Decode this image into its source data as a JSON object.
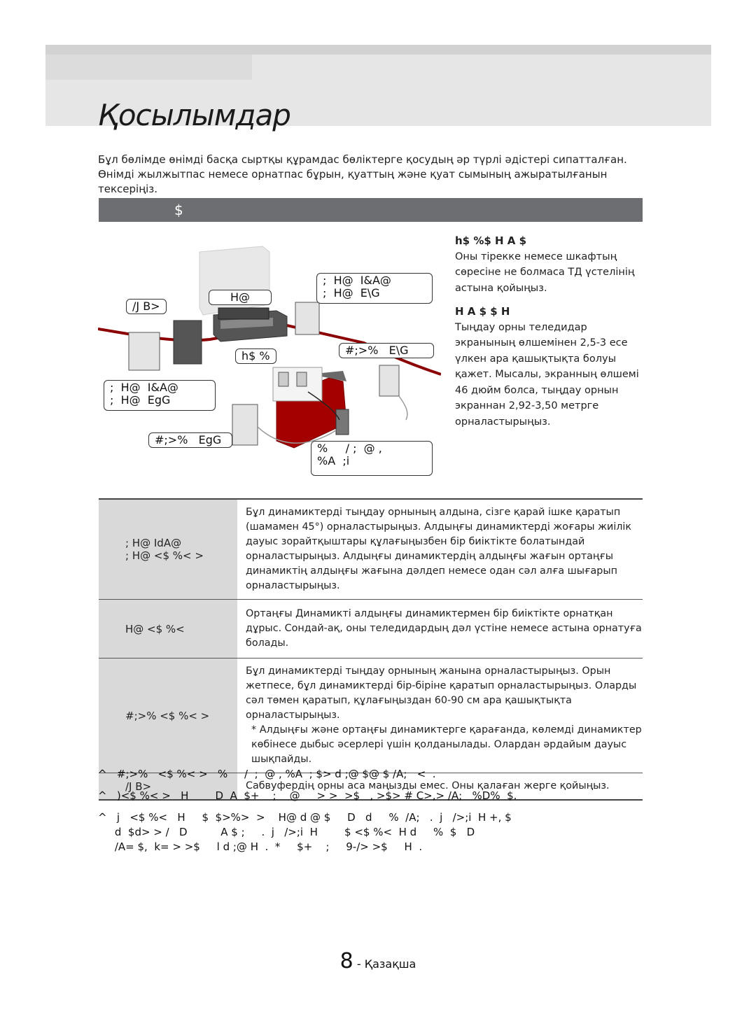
{
  "header": {
    "title": "Қосылымдар"
  },
  "intro": "Бұл бөлімде өнімді басқа сыртқы құрамдас бөліктерге қосудың әр түрлі әдістері сипатталған. Өнімді жылжытпас немесе орнатпас бұрын, қуаттың және қуат сымының ажыратылғанын тексеріңіз.",
  "section": {
    "title": "$"
  },
  "diagram": {
    "labels": {
      "subwoofer": "/J B>",
      "center": "H@",
      "front_r_1": ";  H@  I&A@",
      "front_r_2": ";  H@  E\\G",
      "main_unit": "h$ %",
      "surround_r": "#;>%   E\\G",
      "front_l_1": ";  H@  I&A@",
      "front_l_2": ";  H@  EgG",
      "surround_l": "#;>%   EgG",
      "wireless_1": "%     / ;  @ ,",
      "wireless_2": "%A  ;i"
    }
  },
  "side": {
    "h1": "h$ %$ H  A  $",
    "p1": "Оны тірекке немесе шкафтың сөресіне не болмаса ТД үстелінің астына қойыңыз.",
    "h2": "H   A  $ $   H",
    "p2": "Тыңдау орны теледидар экранының өлшемінен 2,5-3 есе үлкен ара қашықтықта болуы қажет. Мысалы, экранның өлшемі 46 дюйм болса, тыңдау орнын экраннан 2,92-3,50 метрге орналастырыңыз."
  },
  "table": {
    "rows": [
      {
        "label1": ";  H@  IdA@",
        "label2": ";  H@   <$ %< >",
        "text": "Бұл динамиктерді тыңдау орнының алдына, сізге қарай ішке қаратып (шамамен 45°) орналастырыңыз. Алдыңғы динамиктерді жоғары жиілік дауыс зорайтқыштары құлағыңызбен бір биіктікте болатындай орналастырыңыз. Алдыңғы динамиктердің алдыңғы жағын ортаңғы динамиктің алдыңғы жағына дәлдеп немесе одан сәл алға шығарып орналастырыңыз."
      },
      {
        "label1": "H@   <$ %<",
        "label2": "",
        "text": "Ортаңғы Динамикті алдыңғы динамиктермен бір биіктікте орнатқан дұрыс. Сондай-ақ, оны теледидардың дәл үстіне немесе астына орнатуға болады."
      },
      {
        "label1": "#;>%   <$ %< >",
        "label2": "",
        "text": "Бұл динамиктерді тыңдау орнының жанына орналастырыңыз. Орын жетпесе, бұл динамиктерді бір-біріне қаратып орналастырыңыз. Оларды сәл төмен қаратып, құлағыңыздан 60-90 см ара қашықтықта орналастырыңыз.",
        "note": "* Алдыңғы және ортаңғы динамиктерге қарағанда, көлемді динамиктер көбінесе дыбыс әсерлері үшін қолданылады. Олардан әрдайым дауыс шықпайды."
      },
      {
        "label1": "/J B>",
        "label2": "",
        "text": "Сабвуфердің орны аса маңызды емес. Оны қалаған жерге қойыңыз."
      }
    ]
  },
  "footnotes": [
    "^   #;>%   <$ %< >   %     /  ;  @ , %A  ; $> d ;@ $@ $ /A;   <  .",
    "^   )<$ %< >   H        D  A  $+    ;    @     > >  >$   , >$> # C>,> /A;   %D%  $.",
    "^   j   <$ %<   H     $  $>%>  >    H@ d @ $     D   d     %  /A;   .  j   />;i  H +, $\n     d  $d> > /   D          A $ ;     .  j   />;i  H        $ <$ %<  H d     %  $   D\n     /A= $,  k= > >$     l d ;@ H  .  *     $+    ;     9-/> >$     H  ."
  ],
  "footer": {
    "page_number": "8",
    "language": "- Қазақша"
  }
}
